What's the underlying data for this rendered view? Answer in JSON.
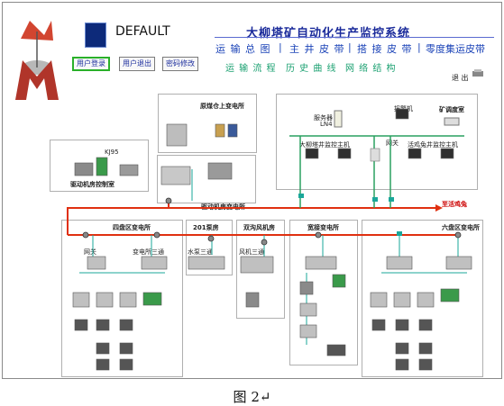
{
  "app": {
    "user_name": "DEFAULT",
    "system_title": "大柳塔矿自动化生产监控系统"
  },
  "menu": {
    "primary": [
      "运 输 总 图",
      "主 井 皮 带",
      "搭 接 皮 带",
      "零度集运皮带"
    ],
    "separator": "|",
    "secondary": [
      "运 输 流 程",
      "历 史 曲 线",
      "网 络 结 构"
    ]
  },
  "buttons": {
    "login": "用户登录",
    "logout": "用户退出",
    "password": "密码修改"
  },
  "exit_label": "退 出",
  "nodes": {
    "hq_substation": "原煤仓上变电所",
    "control_room": "驱动机房控制室",
    "drive_room": "驱动机房变电所",
    "kj_label": "KJ95",
    "server_label": "服务器",
    "ln_label": "LN4",
    "alarm_label": "报警机",
    "dispatch_label": "矿调度室",
    "main_host": "大柳塔井监控主机",
    "gateway": "网关",
    "huolang_host": "活鸡兔井监控主机",
    "to_huolang": "至活鸡兔",
    "sipanqu": "四盘区变电所",
    "pump_201": "201泵房",
    "fan_room": "双沟风机房",
    "baixi": "宽接变电所",
    "liupanqu": "六盘区变电所",
    "gateway2": "网关",
    "sub_3": "变电所三通",
    "pump_3": "水泵三通",
    "fan_3": "风机三通"
  },
  "caption": "图 2↵",
  "colors": {
    "title_blue": "#1a2a9a",
    "menu_blue": "#1c44b8",
    "menu_green": "#1aa070",
    "ring_red": "#e03010",
    "bus_green": "#2aa060",
    "teal": "#1aa79a"
  }
}
